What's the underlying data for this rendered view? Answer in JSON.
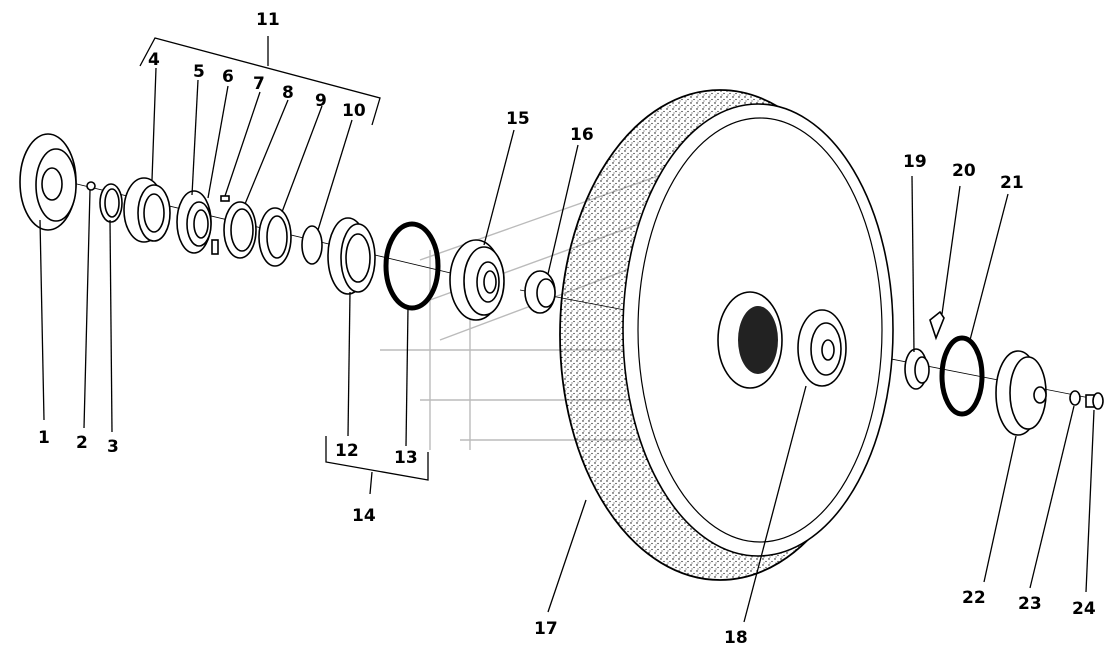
{
  "diagram": {
    "type": "exploded parts drawing",
    "colors": {
      "line": "#000000",
      "background": "#ffffff",
      "watermark": "#bbbbbb"
    },
    "callouts": [
      "1",
      "2",
      "3",
      "4",
      "5",
      "6",
      "7",
      "8",
      "9",
      "10",
      "11",
      "12",
      "13",
      "14",
      "15",
      "16",
      "17",
      "18",
      "19",
      "20",
      "21",
      "22",
      "23",
      "24"
    ]
  }
}
